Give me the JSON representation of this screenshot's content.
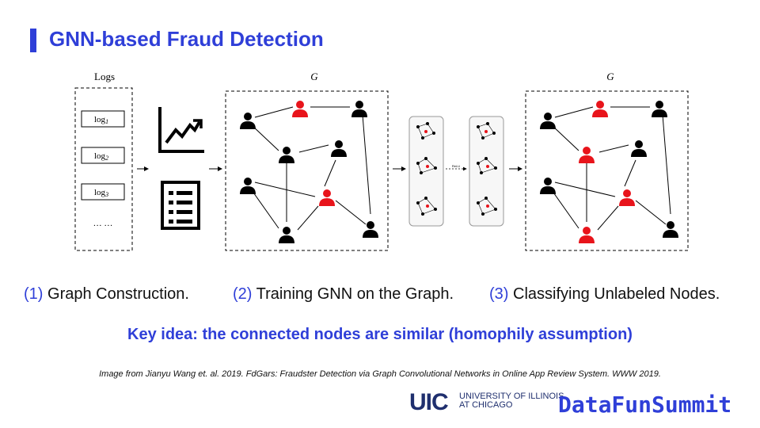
{
  "title": "GNN-based Fraud Detection",
  "diagram": {
    "logs_label": "Logs",
    "log_items": [
      "log",
      "log",
      "log"
    ],
    "log_subscripts": [
      "1",
      "2",
      "3"
    ],
    "ellipsis": "… …",
    "graph_label_left": "G",
    "graph_label_right": "G",
    "relu_label": "ReLU",
    "icons": [
      "line-chart-icon",
      "list-document-icon",
      "user-icon"
    ],
    "colors": {
      "normal_node": "#000000",
      "fraud_node": "#e8141b",
      "accent": "#2f3fd8"
    }
  },
  "captions": [
    {
      "num": "(1)",
      "text": " Graph Construction."
    },
    {
      "num": "(2)",
      "text": " Training GNN on the Graph."
    },
    {
      "num": "(3)",
      "text": " Classifying Unlabeled Nodes."
    }
  ],
  "key_idea": "Key idea: the connected nodes are similar (homophily assumption)",
  "citation": "Image from Jianyu Wang et. al. 2019. FdGars: Fraudster Detection via Graph Convolutional Networks in Online App Review System. WWW 2019.",
  "logos": {
    "uic": "UIC",
    "uic_line1": "UNIVERSITY OF ILLINOIS",
    "uic_line2": "AT CHICAGO",
    "datafun": "DataFunSummit"
  }
}
